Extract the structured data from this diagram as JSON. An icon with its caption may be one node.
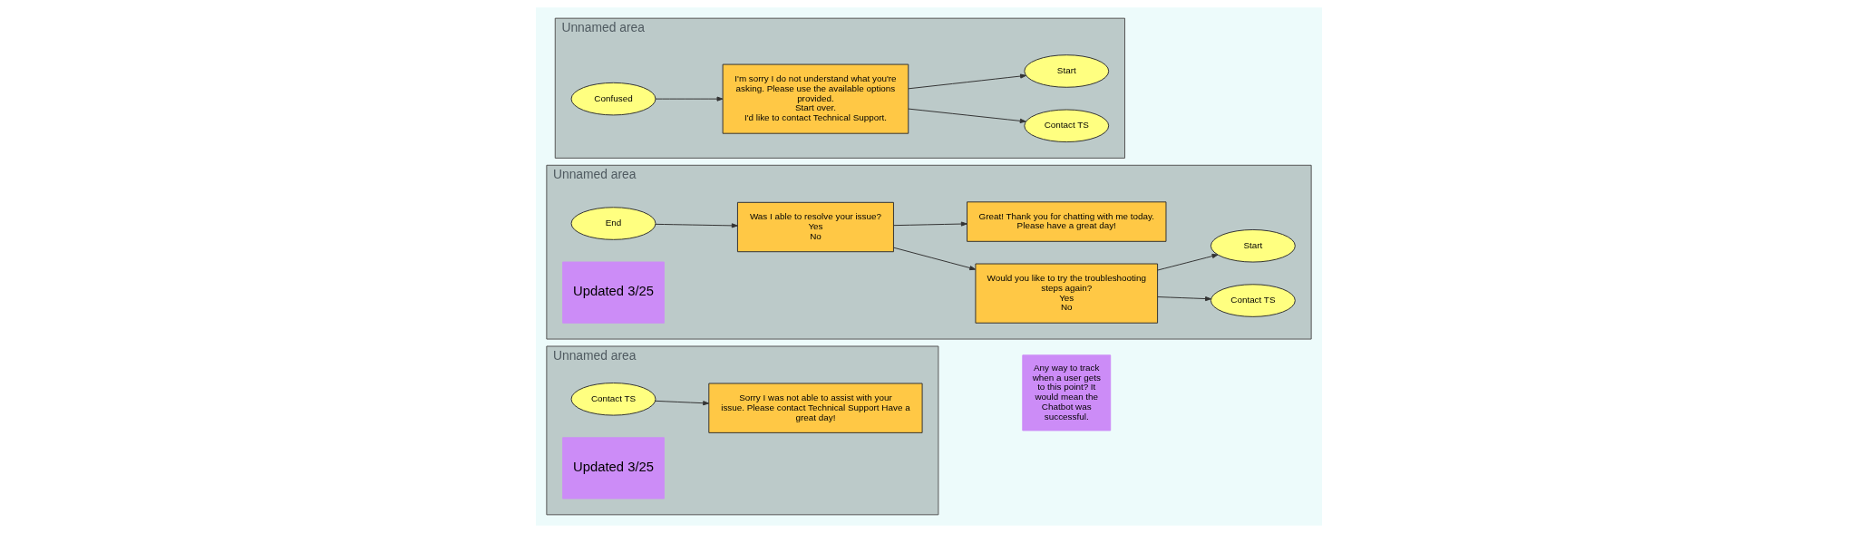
{
  "diagram": {
    "nodes": [
      {
        "text": [
          "Unnamed area"
        ]
      },
      {
        "text": [
          "Confused"
        ],
        "in": 0
      },
      {
        "text": [
          "I'm sorry I do not understand what you're asking. Please use the available options provided.",
          "Start over.",
          "I'd like to contact Technical Support."
        ],
        "in": 0
      },
      {
        "text": [
          "Start"
        ],
        "in": 0
      },
      {
        "text": [
          "Contact TS"
        ],
        "in": 0
      },
      {
        "text": [
          "Unnamed area"
        ]
      },
      {
        "text": [
          "End"
        ],
        "in": 5
      },
      {
        "text": [
          "Updated 3/25"
        ],
        "in": 5
      },
      {
        "text": [
          "Was I able to resolve your issue?",
          "Yes",
          "No"
        ],
        "in": 5
      },
      {
        "text": [
          "Great! Thank you for chatting with me today. Please have a great day!"
        ],
        "in": 5
      },
      {
        "text": [
          "Would you like to try the troubleshooting steps again?",
          "Yes",
          "No"
        ],
        "in": 5
      },
      {
        "text": [
          "Any way to track when a user gets to this point? It would mean the Chatbot was successful."
        ]
      },
      {
        "text": [
          "Start"
        ],
        "in": 5
      },
      {
        "text": [
          "Contact TS"
        ],
        "in": 5
      },
      {
        "text": [
          "Unnamed area"
        ]
      },
      {
        "text": [
          "Contact TS"
        ],
        "in": 14
      },
      {
        "text": [
          "Updated 3/25"
        ],
        "in": 14
      },
      {
        "text": [
          "Sorry I was not able to assist with your issue. Please contact Technical Support Have a great day!"
        ],
        "in": 14
      }
    ],
    "edges": [
      {
        "from": 1,
        "to": 2,
        "arrow": "to"
      },
      {
        "from": 2,
        "to": 3,
        "arrow": "to"
      },
      {
        "from": 2,
        "to": 4,
        "arrow": "to"
      },
      {
        "from": 6,
        "to": 8,
        "arrow": "to"
      },
      {
        "from": 8,
        "to": 9,
        "arrow": "to"
      },
      {
        "from": 8,
        "to": 10,
        "arrow": "to"
      },
      {
        "from": 10,
        "to": 12,
        "arrow": "to"
      },
      {
        "from": 10,
        "to": 13,
        "arrow": "to"
      },
      {
        "from": 15,
        "to": 17,
        "arrow": "to"
      }
    ]
  }
}
